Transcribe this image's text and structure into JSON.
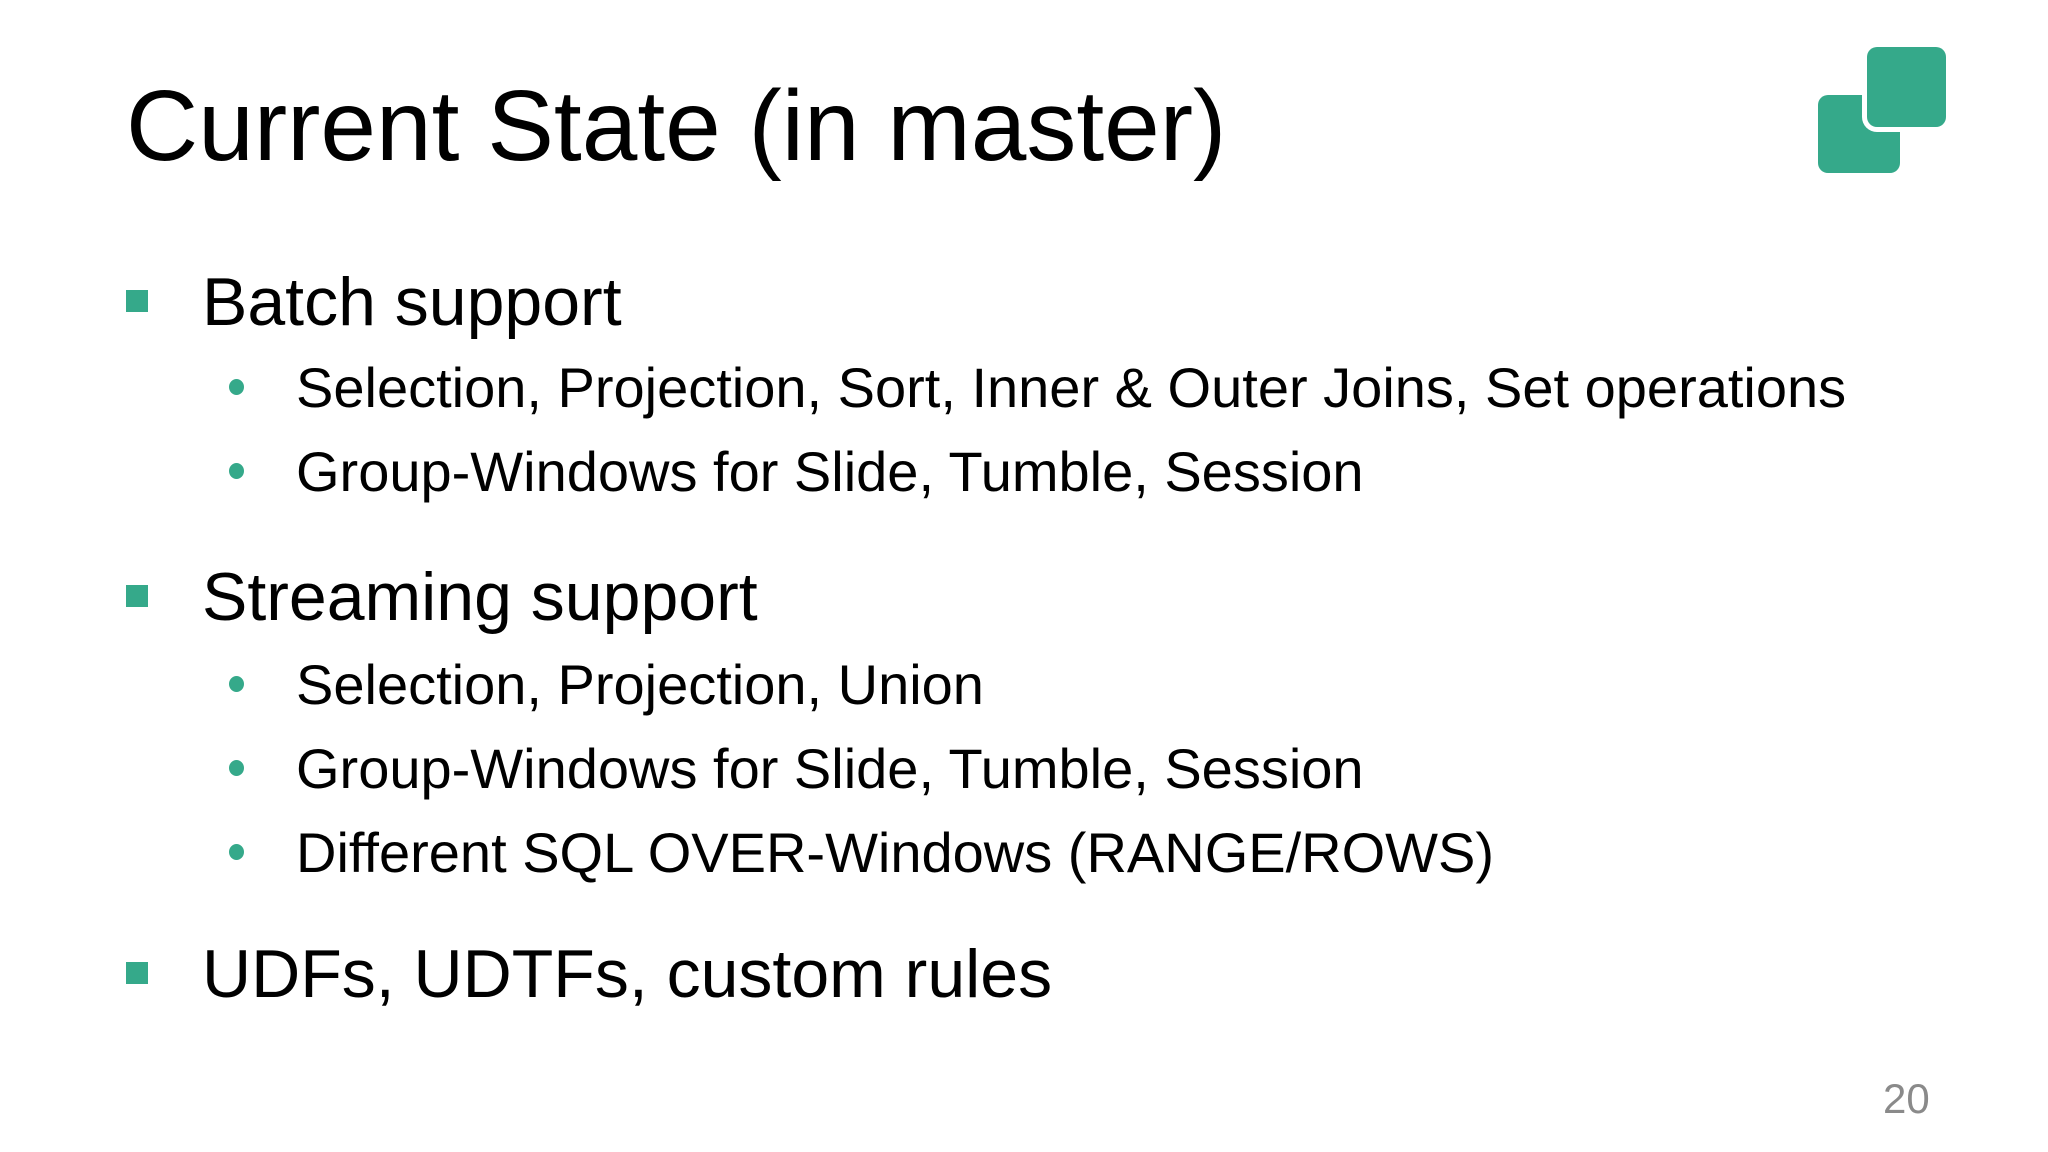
{
  "slide": {
    "title": "Current State (in master)",
    "page_number": "20",
    "colors": {
      "accent_teal": "#35a98a",
      "text": "#000000",
      "page_number_gray": "#8a8a8a",
      "background": "#ffffff"
    },
    "logo": {
      "name": "two-overlapping-teal-squares"
    },
    "bullets": [
      {
        "label": "Batch support",
        "items": [
          "Selection, Projection, Sort, Inner & Outer Joins, Set operations",
          "Group-Windows for Slide, Tumble, Session"
        ]
      },
      {
        "label": "Streaming support",
        "items": [
          "Selection, Projection, Union",
          "Group-Windows for Slide, Tumble, Session",
          "Different SQL OVER-Windows (RANGE/ROWS)"
        ]
      },
      {
        "label": "UDFs, UDTFs, custom rules",
        "items": []
      }
    ]
  }
}
